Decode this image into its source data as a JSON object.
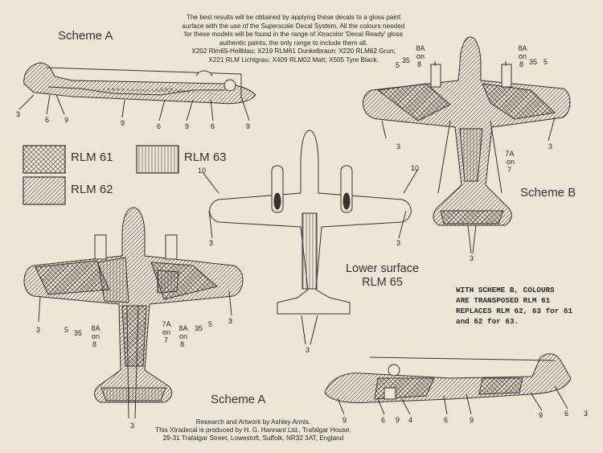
{
  "intro_text": [
    "The best results will be obtained by applying these decals to a gloss paint",
    "surface with the use of  the Superscale Decal System.  All the colours needed",
    "for these models will be found in the range of Xtracolor 'Decal Ready' gloss",
    "authentic paints, the only range to include them all.",
    "X202 Rlm65-Hellblau; X219 RLM61 Dunkelbraun; X220 RLM62 Grun;",
    "X221 RLM Lichtgrau; X409 RLM02 Matt; X505 Tyre Black."
  ],
  "scheme_a_top": "Scheme A",
  "scheme_a_bottom": "Scheme A",
  "scheme_b": "Scheme B",
  "legend": {
    "rlm61": "RLM 61",
    "rlm62": "RLM 62",
    "rlm63": "RLM 63"
  },
  "lower_surface": [
    "Lower surface",
    "RLM 65"
  ],
  "scheme_b_note": [
    "WITH SCHEME B, COLOURS",
    "ARE TRANSPOSED RLM 61",
    "REPLACES RLM 62, 63 for 61",
    "and 62 for 63."
  ],
  "credits": [
    "Research and Artwork by Ashley Annis.",
    "This Xtradecal is produced by H. G. Hannant Ltd.,  Trafalgar House,",
    "29-31 Trafalgar Street, Lowestoft, Suffolk, NR32 3AT, England"
  ],
  "callouts": {
    "side_top": [
      "3",
      "6",
      "9",
      "9",
      "6",
      "9",
      "6",
      "9"
    ],
    "top_b": [
      "5",
      "35",
      "8A",
      "on",
      "8",
      "8A",
      "on",
      "8",
      "35",
      "5",
      "3",
      "3",
      "7A",
      "on",
      "7",
      "3"
    ],
    "lower": [
      "10",
      "10",
      "3",
      "3",
      "3"
    ],
    "top_a": [
      "3",
      "5",
      "35",
      "8A",
      "on",
      "8",
      "7A",
      "on",
      "7",
      "8A",
      "on",
      "8",
      "35",
      "5",
      "3",
      "3"
    ],
    "side_bottom": [
      "9",
      "6",
      "9",
      "4",
      "6",
      "9",
      "9",
      "6",
      "3"
    ]
  },
  "colors": {
    "background": "#ece6d6",
    "ink": "#3a3330"
  }
}
